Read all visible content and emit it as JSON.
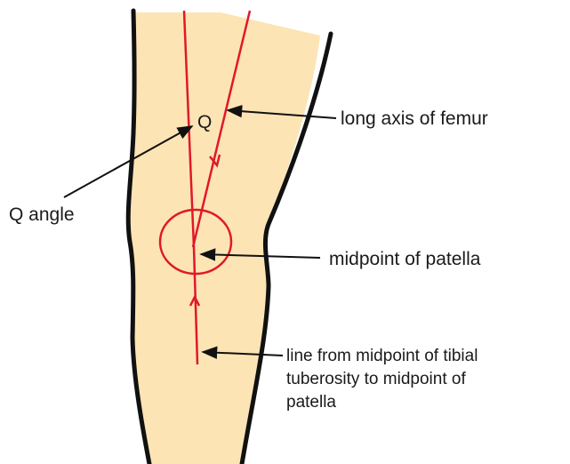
{
  "labels": {
    "q_marker": "Q",
    "q_angle": "Q angle",
    "femur_axis": "long axis of femur",
    "patella_midpoint": "midpoint of patella",
    "tibial_line": [
      "line from midpoint of tibial",
      "tuberosity to midpoint of",
      "patella"
    ]
  },
  "colors": {
    "leg_fill": "#fde4b4",
    "outline": "#111111",
    "axis_line": "#e0182a",
    "pointer": "#111111"
  }
}
